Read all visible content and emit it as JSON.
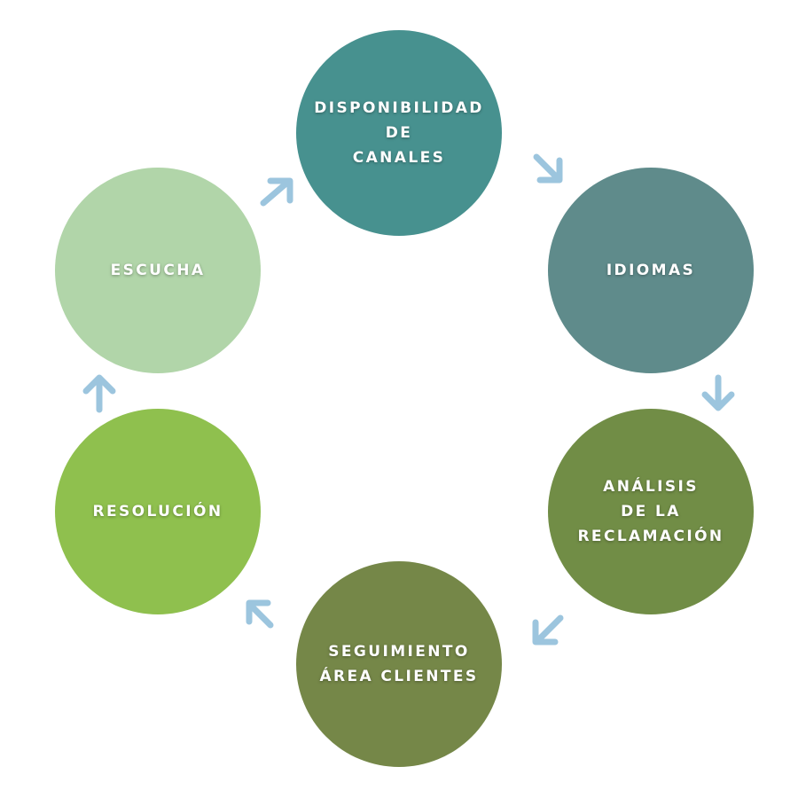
{
  "arrow_color": "#9cc5de",
  "nodes": [
    {
      "id": "disponibilidad",
      "color": "#47918f",
      "lines": [
        "DISPONIBILIDAD",
        "DE",
        "CANALES"
      ]
    },
    {
      "id": "idiomas",
      "color": "#5f8b8b",
      "lines": [
        "IDIOMAS"
      ]
    },
    {
      "id": "analisis",
      "color": "#718d46",
      "lines": [
        "ANÁLISIS",
        "DE LA",
        "RECLAMACIÓN"
      ]
    },
    {
      "id": "seguimiento",
      "color": "#758748",
      "lines": [
        "SEGUIMIENTO",
        "ÁREA CLIENTES"
      ]
    },
    {
      "id": "resolucion",
      "color": "#8fc04e",
      "lines": [
        "RESOLUCIÓN"
      ]
    },
    {
      "id": "escucha",
      "color": "#b1d5a9",
      "lines": [
        "ESCUCHA"
      ]
    }
  ],
  "arrows": [
    {
      "from": "disponibilidad",
      "to": "idiomas",
      "direction": "down-right"
    },
    {
      "from": "idiomas",
      "to": "analisis",
      "direction": "down"
    },
    {
      "from": "analisis",
      "to": "seguimiento",
      "direction": "down-left"
    },
    {
      "from": "seguimiento",
      "to": "resolucion",
      "direction": "up-left"
    },
    {
      "from": "resolucion",
      "to": "escucha",
      "direction": "up"
    },
    {
      "from": "escucha",
      "to": "disponibilidad",
      "direction": "up-right"
    }
  ]
}
